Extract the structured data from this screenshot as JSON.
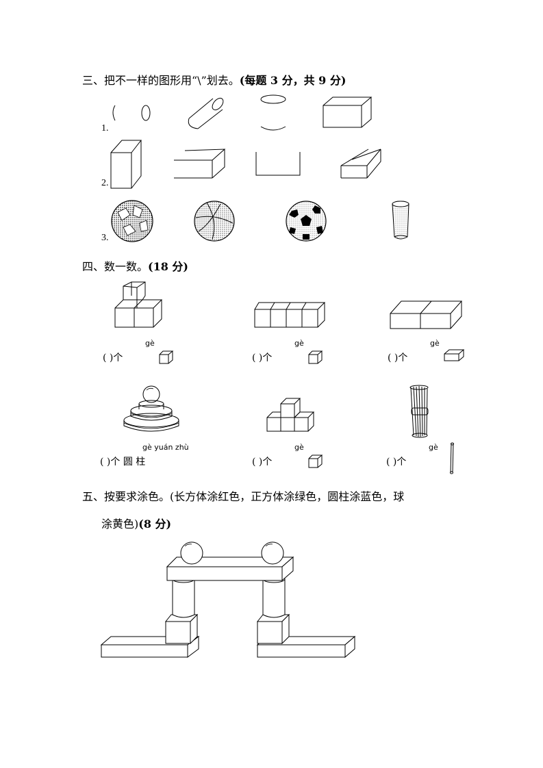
{
  "section3": {
    "title": "三、把不一样的图形用“\\”划去。",
    "score": "(每题 3 分，共 9 分)",
    "rows": [
      "1.",
      "2.",
      "3."
    ]
  },
  "section4": {
    "title": "四、数一数。",
    "score": "(18 分)",
    "items": [
      {
        "pinyin": "gè",
        "answer": "(      )个"
      },
      {
        "pinyin": "gè",
        "answer": "(      )个"
      },
      {
        "pinyin": "gè",
        "answer": "(      )个"
      },
      {
        "pinyin": "gè yuán zhù",
        "answer": "(      )个 圆 柱"
      },
      {
        "pinyin": "gè",
        "answer": "(      )个"
      },
      {
        "pinyin": "gè",
        "answer": "(      )个"
      }
    ]
  },
  "section5": {
    "title": "五、按要求涂色。(长方体涂红色，正方体涂绿色，圆柱涂蓝色，球",
    "title_line2": "涂黄色)",
    "score": "(8 分)"
  }
}
